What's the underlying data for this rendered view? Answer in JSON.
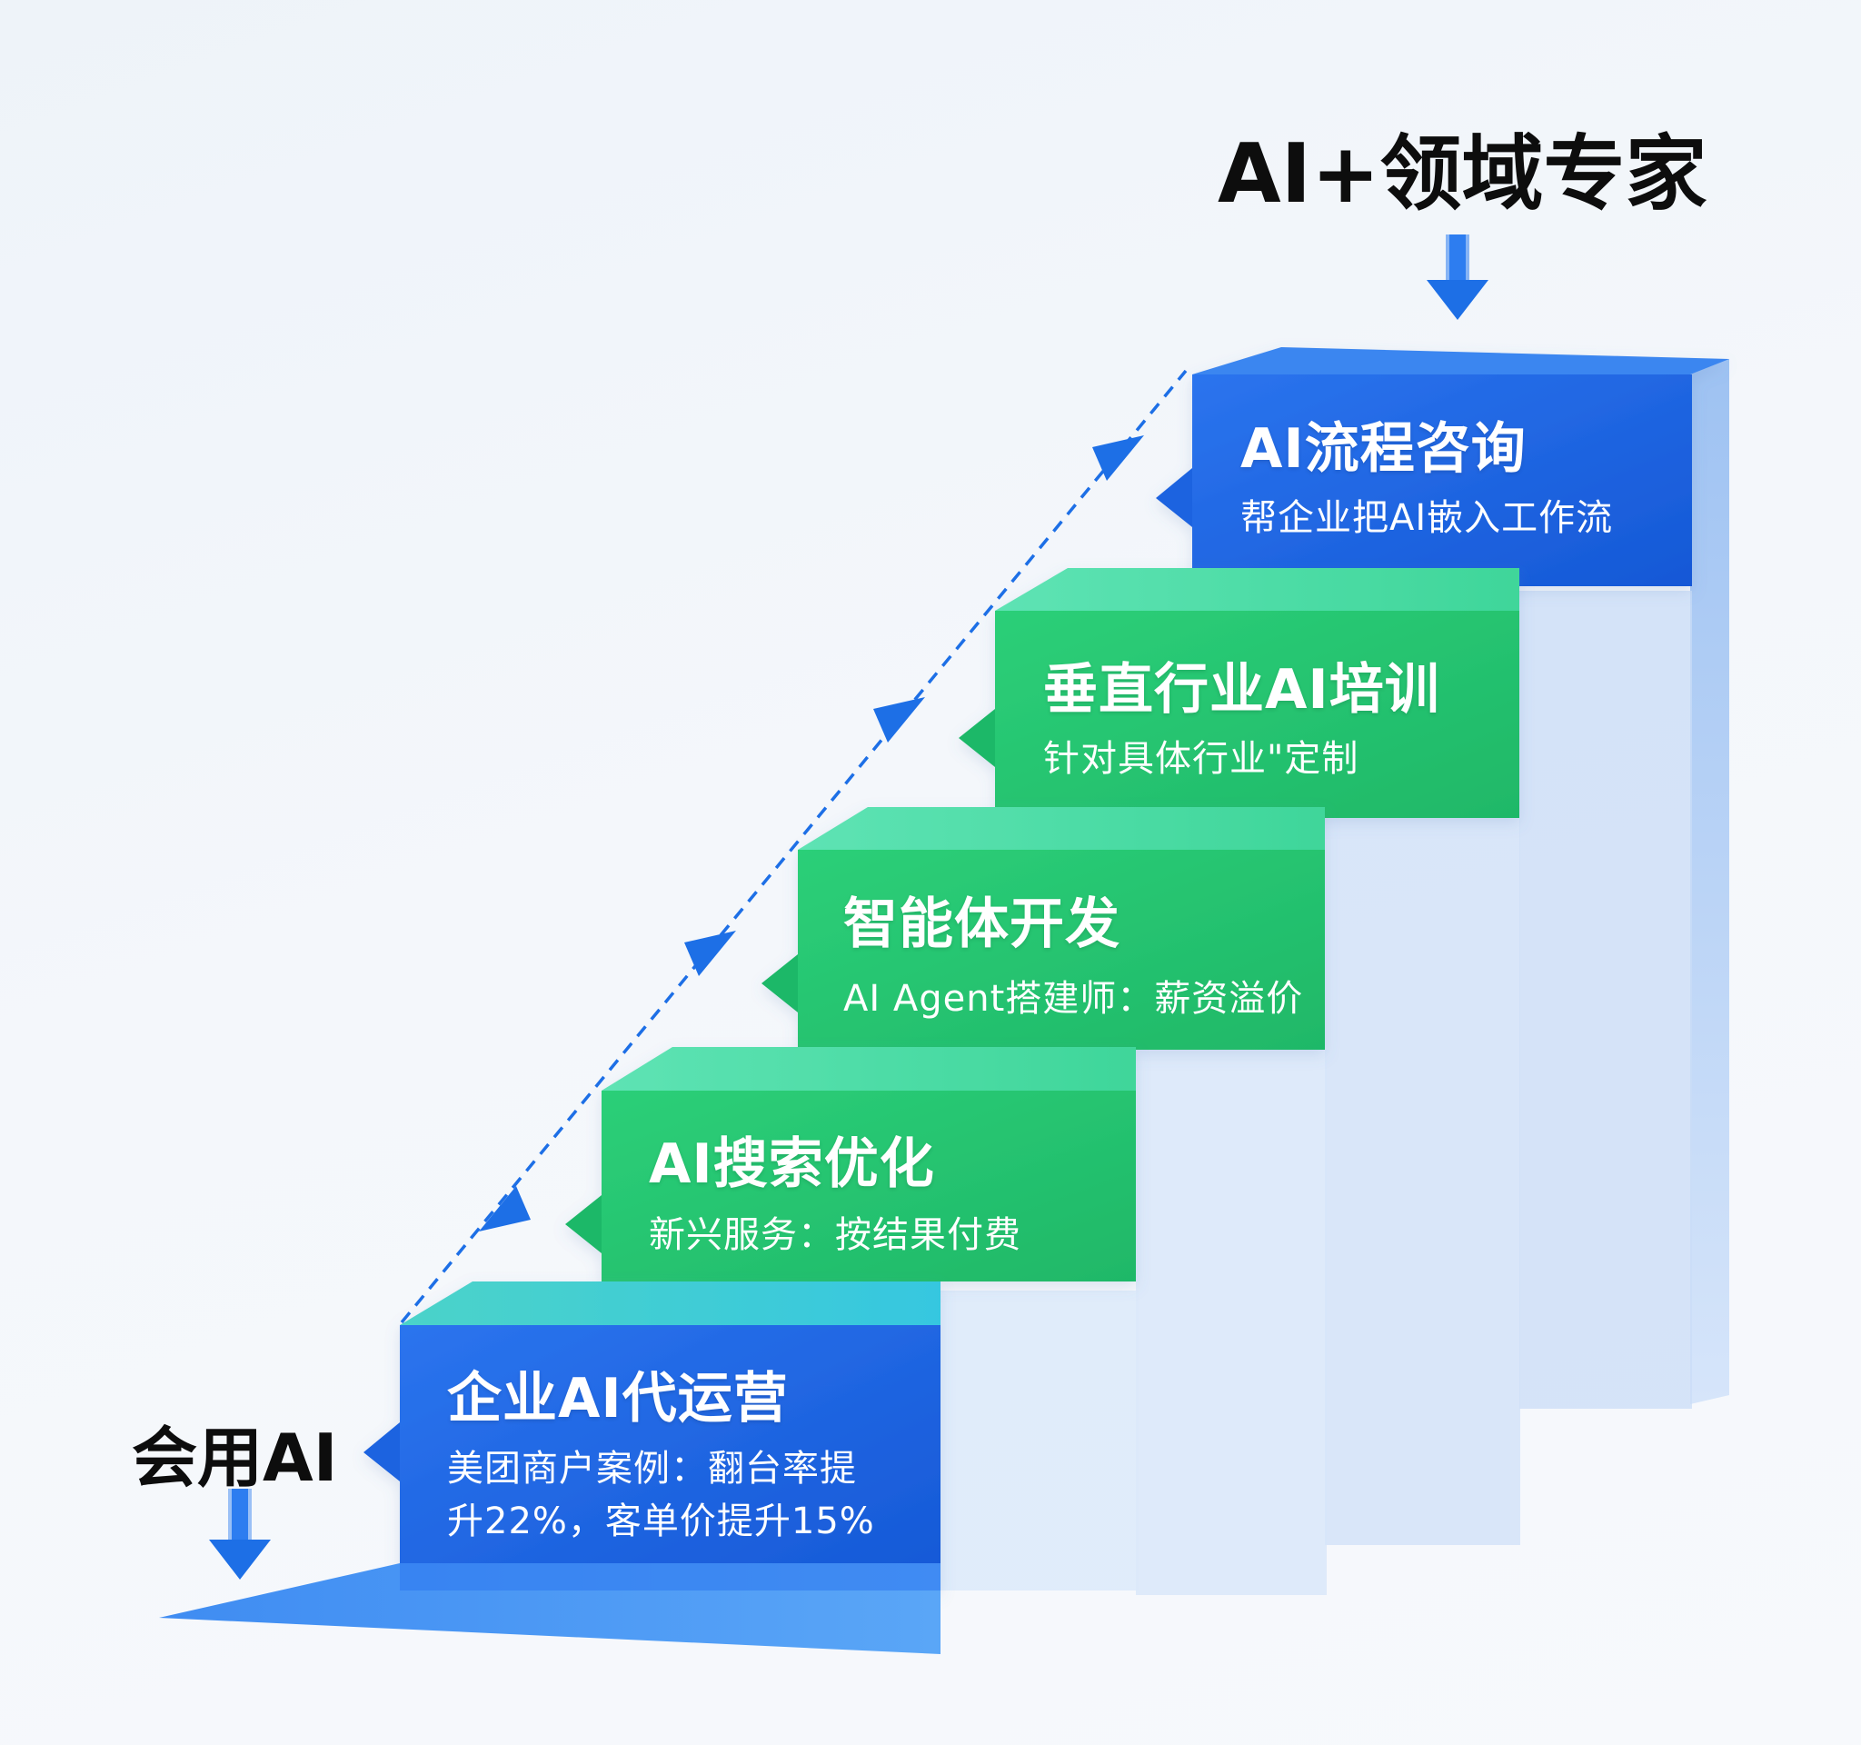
{
  "top_label": "AI+领域专家",
  "bottom_label": "会用AI",
  "steps": [
    {
      "title": "企业AI代运营",
      "subtitle": "美团商户案例：翻台率提",
      "subtitle2": "升22%，客单价提升15%"
    },
    {
      "title": "AI搜索优化",
      "subtitle": "新兴服务：按结果付费"
    },
    {
      "title": "智能体开发",
      "subtitle": "AI Agent搭建师：薪资溢价"
    },
    {
      "title": "垂直行业AI培训",
      "subtitle": "针对具体行业\"定制"
    },
    {
      "title": "AI流程咨询",
      "subtitle": "帮企业把AI嵌入工作流"
    }
  ],
  "colors": {
    "blue_step": "#1f6ce8",
    "green_step": "#22c36e",
    "arrow": "#1d6fe6",
    "tread_top": "#4fb8f0"
  }
}
